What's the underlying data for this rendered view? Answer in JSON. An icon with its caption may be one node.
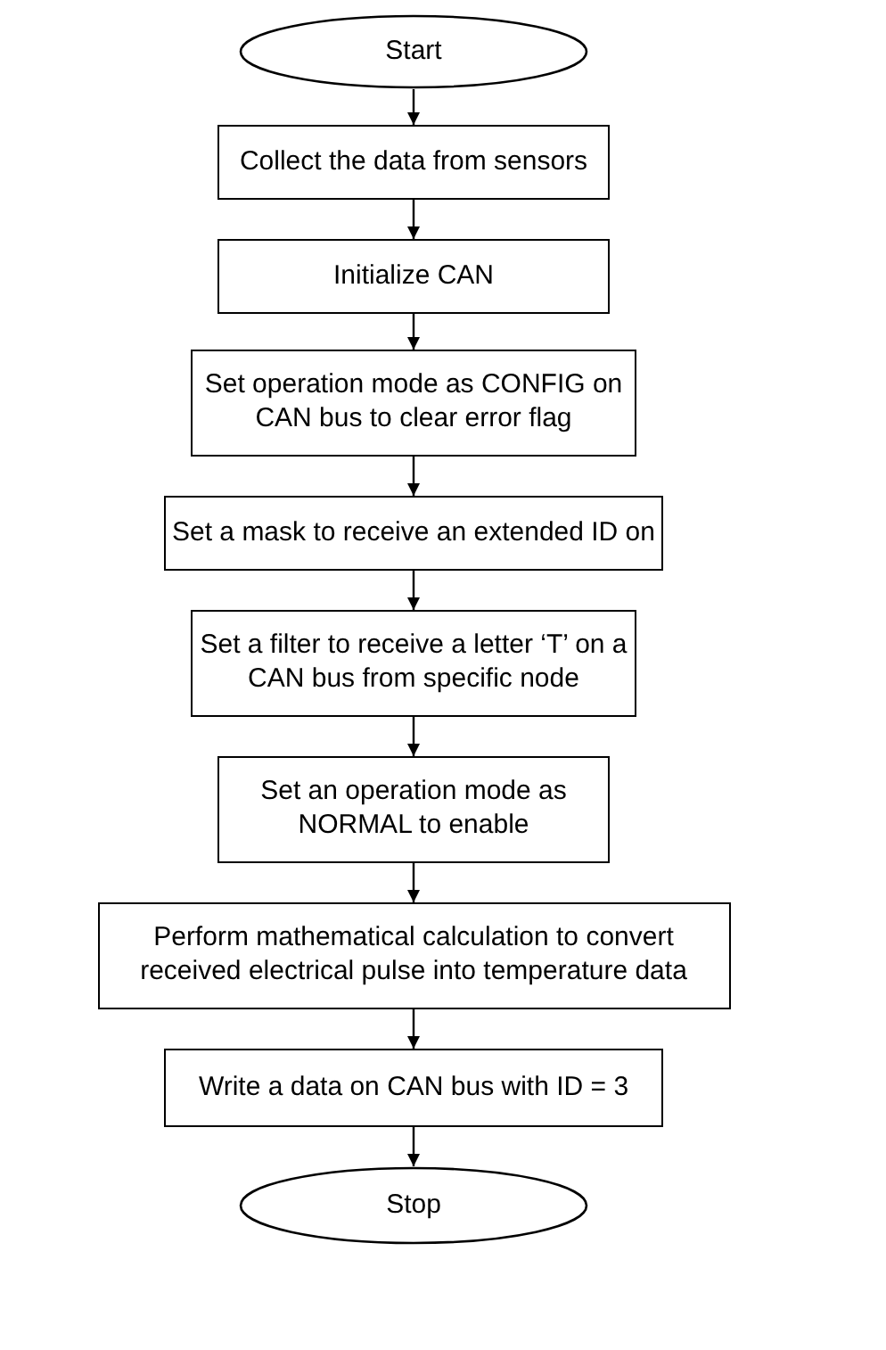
{
  "diagram": {
    "nodes": [
      {
        "text": [
          "Start"
        ]
      },
      {
        "text": [
          "Collect the data from sensors"
        ]
      },
      {
        "text": [
          "Initialize CAN"
        ]
      },
      {
        "text": [
          "Set operation mode as CONFIG on CAN bus to clear error flag"
        ]
      },
      {
        "text": [
          "Set a mask to receive an extended ID on"
        ]
      },
      {
        "text": [
          "Set a filter to receive a letter ‘T’ on a CAN bus from specific node"
        ]
      },
      {
        "text": [
          "Set an operation mode as NORMAL to enable"
        ]
      },
      {
        "text": [
          "Perform mathematical calculation to convert received electrical pulse into temperature data"
        ]
      },
      {
        "text": [
          "Write a data on CAN bus with ID = 3"
        ]
      },
      {
        "text": [
          "Stop"
        ]
      }
    ],
    "edges": [
      {
        "from": 0,
        "to": 1,
        "arrow": "to"
      },
      {
        "from": 1,
        "to": 2,
        "arrow": "to"
      },
      {
        "from": 2,
        "to": 3,
        "arrow": "to"
      },
      {
        "from": 3,
        "to": 4,
        "arrow": "to"
      },
      {
        "from": 4,
        "to": 5,
        "arrow": "to"
      },
      {
        "from": 5,
        "to": 6,
        "arrow": "to"
      },
      {
        "from": 6,
        "to": 7,
        "arrow": "to"
      },
      {
        "from": 7,
        "to": 8,
        "arrow": "to"
      },
      {
        "from": 8,
        "to": 9,
        "arrow": "to"
      }
    ]
  }
}
